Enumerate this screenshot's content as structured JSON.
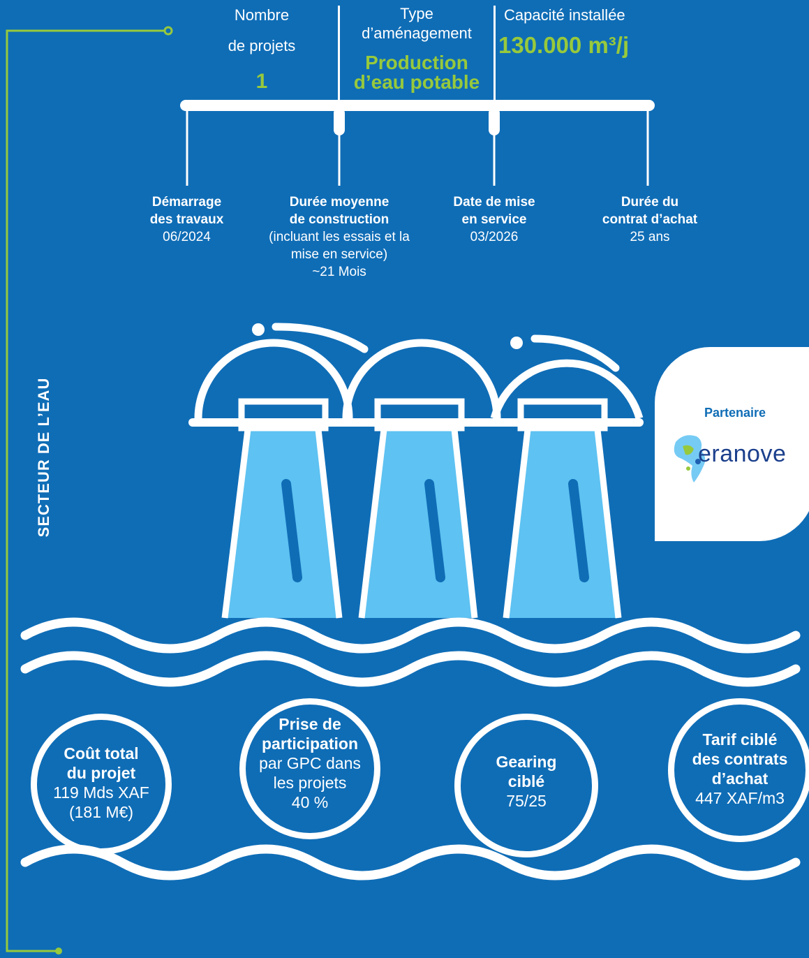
{
  "side_title": "SECTEUR DE L’EAU",
  "header": {
    "projects": {
      "label_line1": "Nombre",
      "label_line2": "de projets",
      "value": "1"
    },
    "type": {
      "label_line1": "Type",
      "label_line2": "d’aménagement",
      "value_line1": "Production",
      "value_line2": "d’eau potable"
    },
    "capacity": {
      "label": "Capacité installée",
      "value": "130.000 m³/j"
    }
  },
  "milestones": [
    {
      "title_line1": "Démarrage",
      "title_line2": "des travaux",
      "value_line1": "06/2024",
      "value_line2": "",
      "value_line3": ""
    },
    {
      "title_line1": "Durée moyenne",
      "title_line2": "de construction",
      "value_line1": "(incluant les essais et la",
      "value_line2": "mise en service)",
      "value_line3": "~21 Mois"
    },
    {
      "title_line1": "Date de mise",
      "title_line2": "en service",
      "value_line1": "03/2026",
      "value_line2": "",
      "value_line3": ""
    },
    {
      "title_line1": "Durée du",
      "title_line2": "contrat d’achat",
      "value_line1": "25 ans",
      "value_line2": "",
      "value_line3": ""
    }
  ],
  "partner": {
    "label": "Partenaire",
    "logo_text": "eranove"
  },
  "metrics": [
    {
      "title_line1": "Coût total",
      "title_line2": "du projet",
      "title_line3": "",
      "value_line1": "119 Mds XAF",
      "value_line2": "(181 M€)",
      "value_line3": ""
    },
    {
      "title_line1": "Prise de",
      "title_line2": "participation",
      "title_line3": "",
      "value_line1": "par GPC dans",
      "value_line2": "les projets",
      "value_line3": "40 %"
    },
    {
      "title_line1": "Gearing",
      "title_line2": "ciblé",
      "title_line3": "",
      "value_line1": "75/25",
      "value_line2": "",
      "value_line3": ""
    },
    {
      "title_line1": "Tarif ciblé",
      "title_line2": "des contrats",
      "title_line3": "d’achat",
      "value_line1": "447 XAF/m3",
      "value_line2": "",
      "value_line3": ""
    }
  ],
  "colors": {
    "background": "#0f6db6",
    "accent_green": "#97c93c",
    "water_light": "#5ec2f2",
    "white": "#ffffff"
  },
  "icons": [
    "water-treatment-plant-icon",
    "waves-icon",
    "eranove-logo"
  ]
}
